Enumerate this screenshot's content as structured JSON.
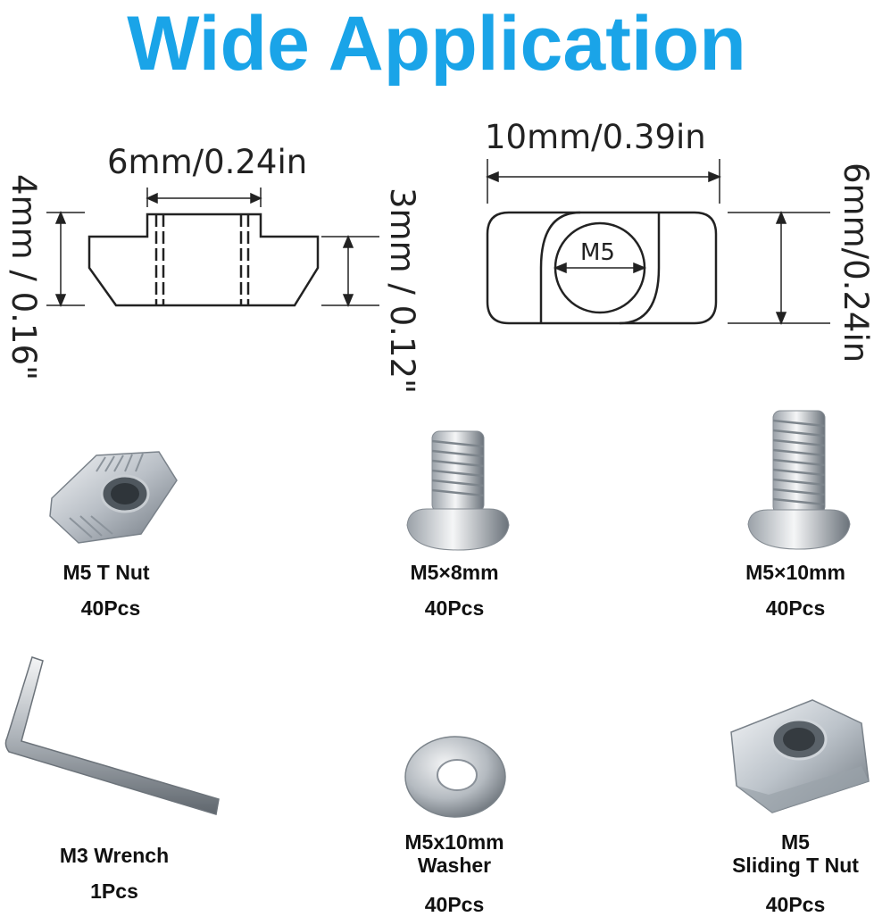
{
  "header": {
    "title": "Wide Application"
  },
  "dimensions": {
    "t_nut_width": "6mm/0.24in",
    "t_nut_height": "4mm / 0.16\"",
    "t_nut_step": "3mm / 0.12\"",
    "sliding_nut_length": "10mm/0.39in",
    "sliding_nut_height": "6mm/0.24in",
    "thread_label": "M5"
  },
  "colors": {
    "title_fill": "#1aa4e8",
    "title_stroke": "#ffffff"
  },
  "products": [
    {
      "name": "M5 T Nut",
      "qty": "40Pcs",
      "icon": "t-nut-icon"
    },
    {
      "name": "M5×8mm",
      "qty": "40Pcs",
      "icon": "screw-8mm-icon"
    },
    {
      "name": "M5×10mm",
      "qty": "40Pcs",
      "icon": "screw-10mm-icon"
    },
    {
      "name": "M3 Wrench",
      "qty": "1Pcs",
      "icon": "hex-wrench-icon"
    },
    {
      "name": "M5x10mm\nWasher",
      "name_line1": "M5x10mm",
      "name_line2": "Washer",
      "qty": "40Pcs",
      "icon": "washer-icon"
    },
    {
      "name_line1": "M5",
      "name_line2": "Sliding T Nut",
      "qty": "40Pcs",
      "icon": "sliding-t-nut-icon"
    }
  ]
}
